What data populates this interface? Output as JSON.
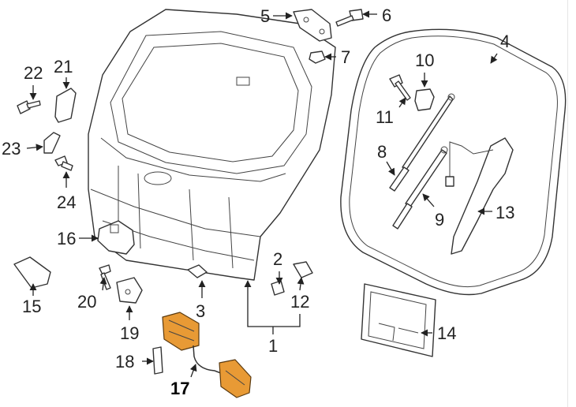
{
  "diagram": {
    "highlight_color": "#e89a35",
    "highlighted_part": "17",
    "callouts": [
      "1",
      "2",
      "3",
      "4",
      "5",
      "6",
      "7",
      "8",
      "9",
      "10",
      "11",
      "12",
      "13",
      "14",
      "15",
      "16",
      "17",
      "18",
      "19",
      "20",
      "21",
      "22",
      "23",
      "24"
    ]
  }
}
